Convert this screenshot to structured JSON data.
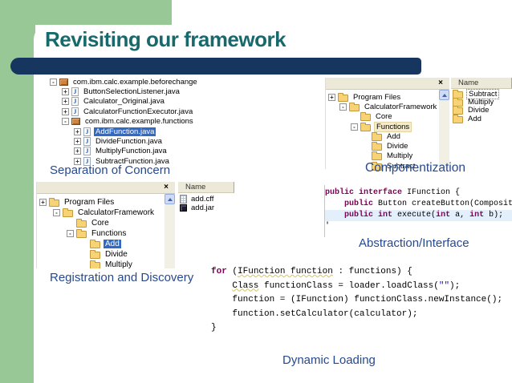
{
  "slide": {
    "title": "Revisiting our framework"
  },
  "labels": {
    "separation": "Separation of Concern",
    "componentization": "Componentization",
    "abstraction": "Abstraction/Interface",
    "registration": "Registration and Discovery",
    "dynamic": "Dynamic Loading"
  },
  "colors": {
    "green": "#98c896",
    "navy_bar": "#16365f",
    "title_teal": "#17696c",
    "label_blue": "#27498f",
    "selection_blue": "#316ac5",
    "header_tan": "#ece9d8",
    "keyword_purple": "#7f0055",
    "string_blue": "#2a00ff"
  },
  "eclipse_tree": {
    "items": [
      {
        "label": "com.ibm.calc.example.beforechange",
        "exp": "-",
        "icon": "package-icon",
        "level": 0
      },
      {
        "label": "ButtonSelectionListener.java",
        "exp": "+",
        "icon": "java-file-icon",
        "level": 1
      },
      {
        "label": "Calculator_Original.java",
        "exp": "+",
        "icon": "java-file-icon",
        "level": 1
      },
      {
        "label": "CalculatorFunctionExecutor.java",
        "exp": "+",
        "icon": "java-file-icon",
        "level": 1
      },
      {
        "label": "com.ibm.calc.example.functions",
        "exp": "-",
        "icon": "package-icon",
        "level": 1
      },
      {
        "label": "AddFunction.java",
        "exp": "+",
        "icon": "java-file-icon",
        "level": 2,
        "state": "sel"
      },
      {
        "label": "DivideFunction.java",
        "exp": "+",
        "icon": "java-file-icon",
        "level": 2
      },
      {
        "label": "MultiplyFunction.java",
        "exp": "+",
        "icon": "java-file-icon",
        "level": 2
      },
      {
        "label": "SubtractFunction.java",
        "exp": "+",
        "icon": "java-file-icon",
        "level": 2
      }
    ]
  },
  "explorer_top": {
    "close_button": "×",
    "column_header": "Name",
    "tree": [
      {
        "label": "Program Files",
        "exp": "+",
        "icon": "folder-icon",
        "level": 0
      },
      {
        "label": "CalculatorFramework",
        "exp": "-",
        "icon": "folder-icon",
        "level": 1
      },
      {
        "label": "Core",
        "icon": "folder-icon",
        "level": 2
      },
      {
        "label": "Functions",
        "exp": "-",
        "icon": "folder-icon",
        "level": 2,
        "state": "tan"
      },
      {
        "label": "Add",
        "icon": "folder-icon",
        "level": 3
      },
      {
        "label": "Divide",
        "icon": "folder-icon",
        "level": 3
      },
      {
        "label": "Multiply",
        "icon": "folder-icon",
        "level": 3
      },
      {
        "label": "Subtract",
        "icon": "folder-icon",
        "level": 3
      }
    ],
    "files": [
      {
        "label": "Subtract",
        "icon": "folder-icon",
        "state": "focus"
      },
      {
        "label": "Multiply",
        "icon": "folder-icon"
      },
      {
        "label": "Divide",
        "icon": "folder-icon"
      },
      {
        "label": "Add",
        "icon": "folder-icon"
      }
    ]
  },
  "explorer_bottom": {
    "close_button": "×",
    "column_header": "Name",
    "tree": [
      {
        "label": "Program Files",
        "exp": "+",
        "icon": "folder-icon",
        "level": 0
      },
      {
        "label": "CalculatorFramework",
        "exp": "-",
        "icon": "folder-icon",
        "level": 1
      },
      {
        "label": "Core",
        "icon": "folder-icon",
        "level": 2
      },
      {
        "label": "Functions",
        "exp": "-",
        "icon": "folder-icon",
        "level": 2
      },
      {
        "label": "Add",
        "icon": "folder-icon",
        "level": 3,
        "state": "sel"
      },
      {
        "label": "Divide",
        "icon": "folder-icon",
        "level": 3
      },
      {
        "label": "Multiply",
        "icon": "folder-icon",
        "level": 3
      }
    ],
    "files": [
      {
        "label": "add.cff",
        "icon": "cff-file-icon"
      },
      {
        "label": "add.jar",
        "icon": "jar-file-icon"
      }
    ]
  },
  "interface_code": {
    "lines": [
      {
        "ind": 0,
        "segs": [
          {
            "c": "k",
            "t": "public"
          },
          {
            "c": "p",
            "t": " "
          },
          {
            "c": "k",
            "t": "interface"
          },
          {
            "c": "p",
            "t": " IFunction {"
          }
        ]
      },
      {
        "ind": 4,
        "segs": [
          {
            "c": "k",
            "t": "public"
          },
          {
            "c": "p",
            "t": " Button createButton(Composit"
          }
        ]
      },
      {
        "ind": 4,
        "hl": true,
        "segs": [
          {
            "c": "k",
            "t": "public"
          },
          {
            "c": "p",
            "t": " "
          },
          {
            "c": "k",
            "t": "int"
          },
          {
            "c": "p",
            "t": " execute("
          },
          {
            "c": "k",
            "t": "int"
          },
          {
            "c": "p",
            "t": " a, "
          },
          {
            "c": "k",
            "t": "int"
          },
          {
            "c": "p",
            "t": " b);"
          }
        ]
      },
      {
        "ind": 0,
        "segs": [
          {
            "c": "p",
            "t": "'"
          }
        ]
      }
    ]
  },
  "loader_code": {
    "lines": [
      {
        "ind": 0,
        "segs": [
          {
            "c": "k",
            "t": "for"
          },
          {
            "c": "p",
            "t": " ("
          },
          {
            "c": "u",
            "t": "IFunction function"
          },
          {
            "c": "p",
            "t": " : functions) {"
          }
        ]
      },
      {
        "ind": 4,
        "segs": [
          {
            "c": "u",
            "t": "Class"
          },
          {
            "c": "p",
            "t": " functionClass = loader.loadClass("
          },
          {
            "c": "s",
            "t": "\"\""
          },
          {
            "c": "p",
            "t": ");"
          }
        ]
      },
      {
        "ind": 4,
        "segs": [
          {
            "c": "p",
            "t": "function = (IFunction) functionClass.newInstance();"
          }
        ]
      },
      {
        "ind": 4,
        "segs": [
          {
            "c": "p",
            "t": "function.setCalculator(calculator);"
          }
        ]
      },
      {
        "ind": 0,
        "segs": [
          {
            "c": "p",
            "t": "}"
          }
        ]
      }
    ]
  }
}
